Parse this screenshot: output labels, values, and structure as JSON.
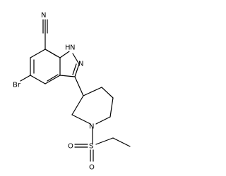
{
  "molecule": {
    "atoms": {
      "nitrile_n": "N",
      "indazole_nh": "H",
      "indazole_n1": "N",
      "indazole_n2": "N",
      "bromine": "Br",
      "piperidine_n": "N",
      "sulfur": "S",
      "oxygen_1": "O",
      "oxygen_2": "O"
    }
  },
  "colors": {
    "bond": "#000000",
    "text": "#000000",
    "background": "#ffffff"
  }
}
